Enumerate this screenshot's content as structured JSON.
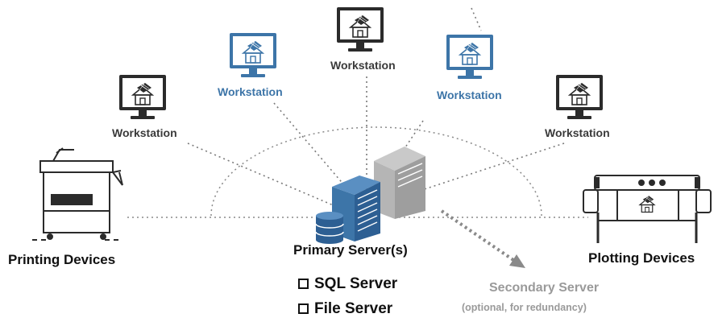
{
  "workstation_label": "Workstation",
  "nodes": {
    "ws_left": "Workstation",
    "ws_upper_left": "Workstation",
    "ws_top": "Workstation",
    "ws_upper_right": "Workstation",
    "ws_right": "Workstation"
  },
  "devices": {
    "printing": "Printing Devices",
    "plotting": "Plotting Devices"
  },
  "primary": {
    "title": "Primary Server(s)",
    "roles": [
      "SQL Server",
      "File Server"
    ]
  },
  "secondary": {
    "title": "Secondary Server",
    "note": "(optional, for redundancy)"
  },
  "colors": {
    "accent_blue": "#3d75a8",
    "dark": "#3a3a3a",
    "grey": "#9a9a9a",
    "connector": "#8a8a8a"
  }
}
